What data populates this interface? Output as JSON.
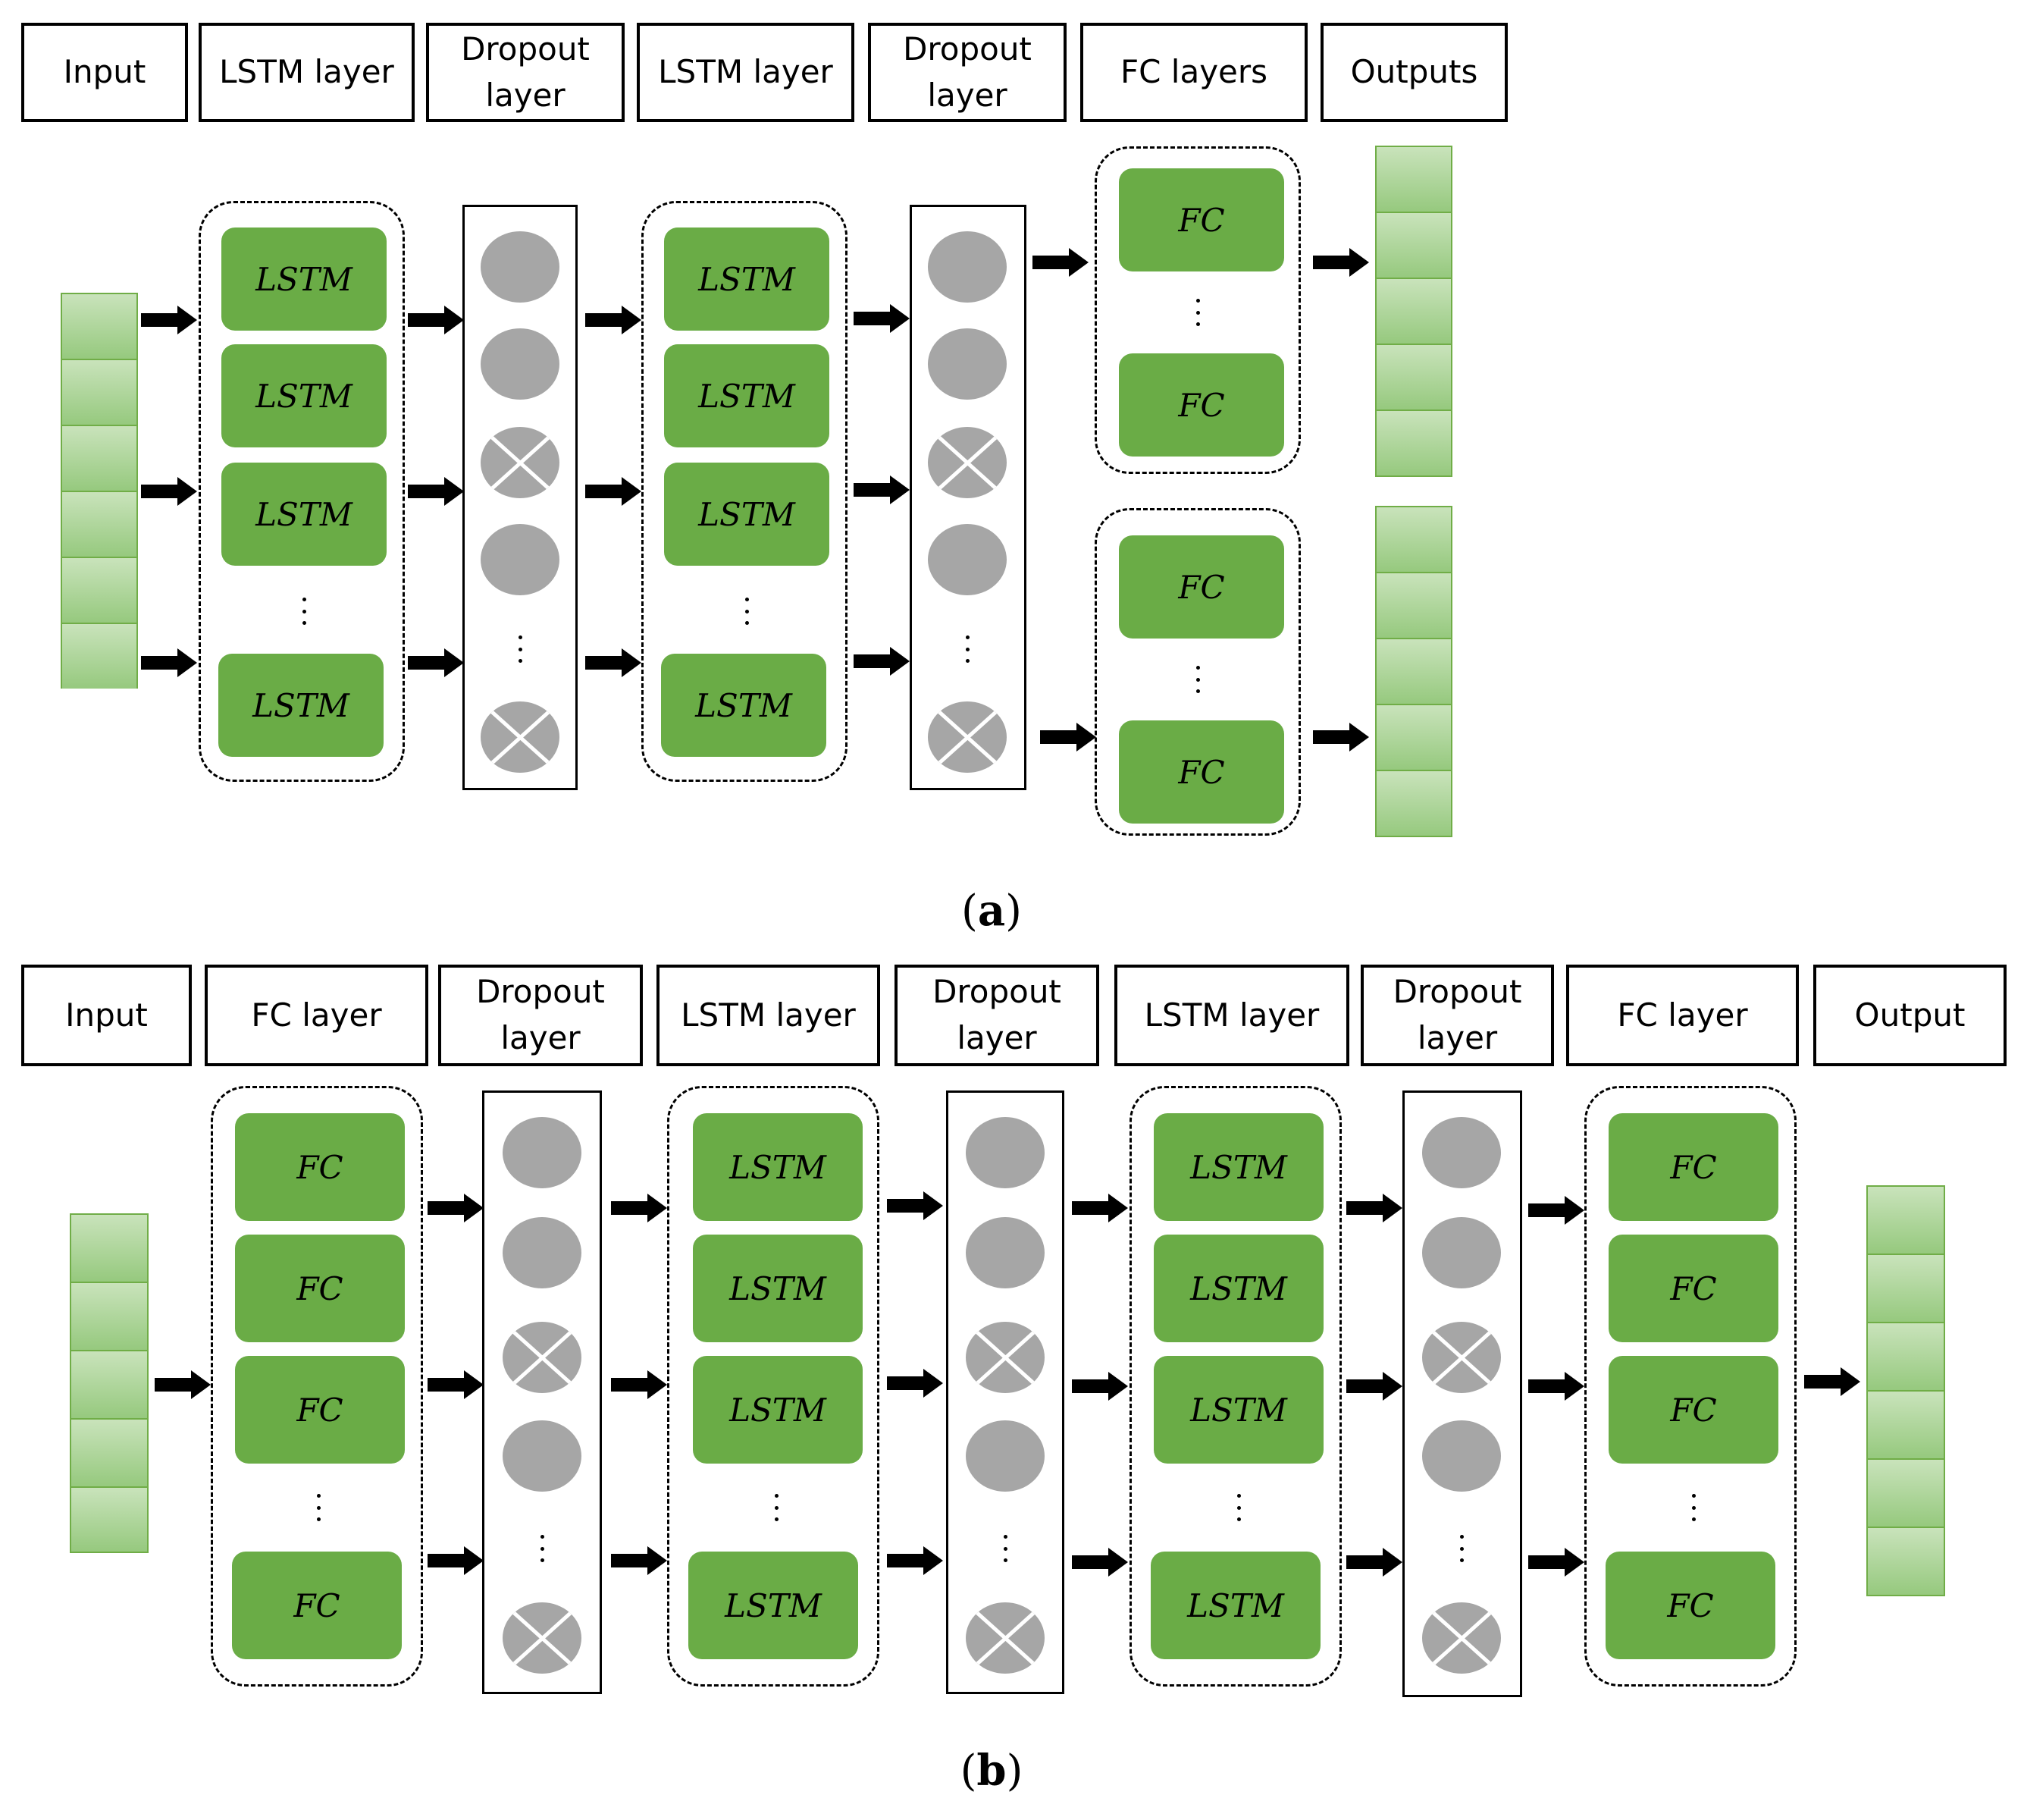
{
  "panel_a": {
    "headers": {
      "input": "Input",
      "lstm1": "LSTM layer",
      "dropout1": "Dropout layer",
      "lstm2": "LSTM layer",
      "dropout2": "Dropout layer",
      "fc": "FC layers",
      "outputs": "Outputs"
    },
    "lstm_label": "LSTM",
    "fc_label": "FC",
    "caption": {
      "open": "(",
      "letter": "a",
      "close": ")"
    }
  },
  "panel_b": {
    "headers": {
      "input": "Input",
      "fc1": "FC layer",
      "dropout1": "Dropout layer",
      "lstm1": "LSTM layer",
      "dropout2": "Dropout layer",
      "lstm2": "LSTM layer",
      "dropout3": "Dropout layer",
      "fc2": "FC layer",
      "output": "Output"
    },
    "lstm_label": "LSTM",
    "fc_label": "FC",
    "caption": {
      "open": "(",
      "letter": "b",
      "close": ")"
    }
  },
  "colors": {
    "block_fill": "#6aac46",
    "neuron_fill": "#a6a6a6",
    "vector_fill": "#b3d8a0",
    "arrow": "#000000"
  }
}
